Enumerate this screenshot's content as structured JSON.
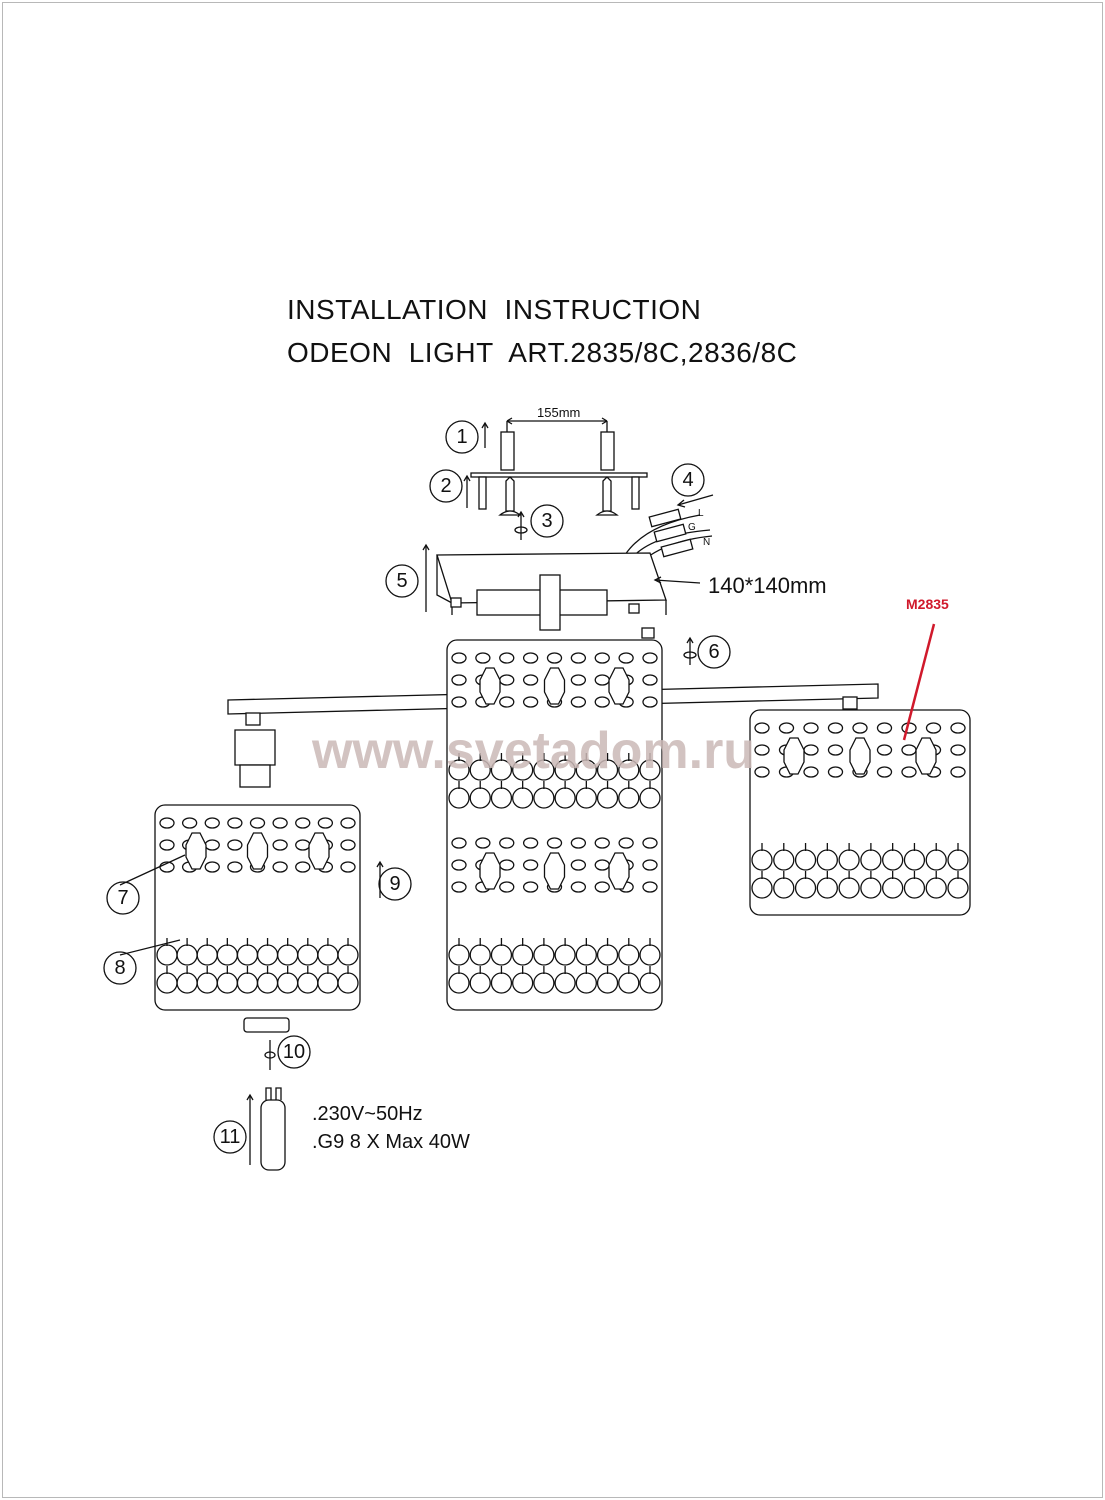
{
  "title": {
    "line1": "INSTALLATION  INSTRUCTION",
    "line2": "ODEON  LIGHT  ART.2835/8C,2836/8C"
  },
  "dimensions": {
    "anchor_spacing": "155mm",
    "canopy_size": "140*140mm"
  },
  "wire_labels": [
    "L",
    "G",
    "N"
  ],
  "model_label": "M2835",
  "model_color": "#d0192b",
  "watermark": "www.svetadom.ru",
  "steps": [
    "1",
    "2",
    "3",
    "4",
    "5",
    "6",
    "7",
    "8",
    "9",
    "10",
    "11"
  ],
  "specs": {
    "voltage": ".230V~50Hz",
    "lamp": ".G9 8 X Max 40W"
  }
}
